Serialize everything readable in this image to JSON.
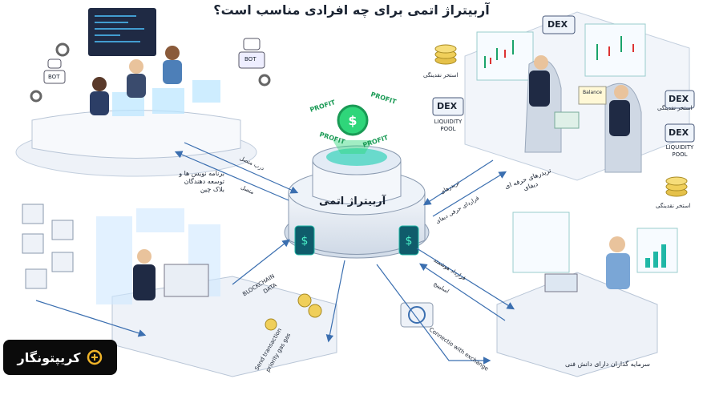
{
  "title": "آربیتراژ اتمی برای چه افرادی مناسب است؟",
  "center": {
    "label": "آربیتراژ اتمی",
    "profit_text": "PROFIT"
  },
  "groups": {
    "developers": {
      "label_line1": "برنامه نویس ها و",
      "label_line2": "توسعه دهندگان",
      "label_line3": "بلاک چین"
    },
    "traders": {
      "label_line1": "تریدرهای حرفه ای",
      "label_line2": "دیفای"
    },
    "investors": {
      "label": "سرمایه گذاران دارای دانش فنی"
    }
  },
  "bot_text": "BOT",
  "dex": {
    "dex_text": "DEX",
    "liquidity_pool_line1": "LIQUIDITY",
    "liquidity_pool_line2": "POOL"
  },
  "liquidity_pool_fa": "استخر نقدینگی",
  "arrows": {
    "developers_line1": "درب متصل",
    "developers_line2": "متصل",
    "traders_line1": "تریدرهای",
    "traders_line2": "قراردای حرفی دیفای",
    "investors_line1": "قرارداد هوشمند",
    "investors_line2": "اسلیپیج",
    "blockchain_line1": "BLOCKCHAIN",
    "blockchain_line2": "DATA",
    "send_tx_line1": "Send transaction",
    "send_tx_line2": "priority gas gas",
    "connect_exchange": "Connectio with exchange"
  },
  "balance_text": "Balance",
  "logo": {
    "text": "کریپتونگار"
  },
  "colors": {
    "accent_teal": "#1fb7a6",
    "profit_green": "#2fd67a",
    "navy": "#1f2a44",
    "panel": "#e8eef6",
    "arrow": "#3b6fb0"
  }
}
